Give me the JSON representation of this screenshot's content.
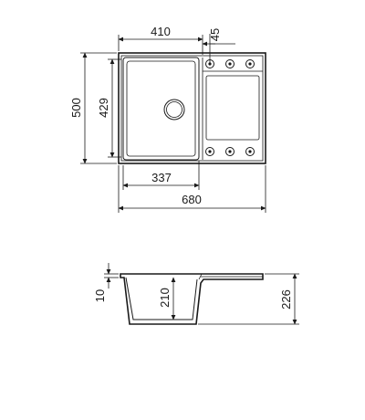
{
  "dimensions": {
    "total_width": "680",
    "bowl_width": "410",
    "tap_offset": "45",
    "total_depth": "500",
    "bowl_depth": "429",
    "bowl_inner_width": "337",
    "rim_thickness": "10",
    "bowl_height": "210",
    "total_height": "226"
  }
}
